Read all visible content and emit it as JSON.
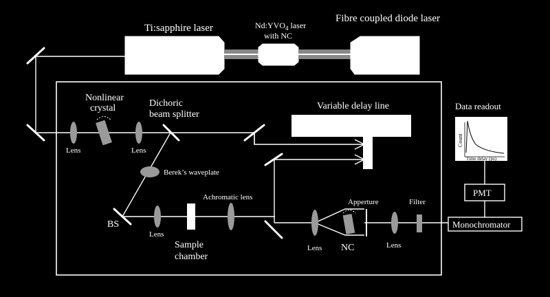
{
  "labels": {
    "ti_sapphire": "Ti:sapphire laser",
    "ndyvo4_line1": "Nd:YVO",
    "ndyvo4_sub": "4",
    "ndyvo4_tail": " laser",
    "ndyvo4_line2": "with NC",
    "fibre_laser": "Fibre coupled diode laser",
    "nonlinear_line1": "Nonlinear",
    "nonlinear_line2": "crystal",
    "dichoric_line1": "Dichoric",
    "dichoric_line2": "beam splitter",
    "variable_delay": "Variable delay line",
    "lens_1": "Lens",
    "lens_2": "Lens",
    "bereks_waveplate": "Berek’s waveplate",
    "bs": "BS",
    "lens_3": "Lens",
    "sample_line1": "Sample",
    "sample_line2": "chamber",
    "achromatic_lens": "Achromatic lens",
    "apperture": "Apperture",
    "filter": "Filter",
    "lens_4": "Lens",
    "nc": "NC",
    "lens_5": "Lens",
    "data_readout": "Data readout",
    "count_axis": "Count",
    "time_axis": "Time delay (ps)",
    "pmt": "PMT",
    "monochromator": "Monochromator"
  }
}
